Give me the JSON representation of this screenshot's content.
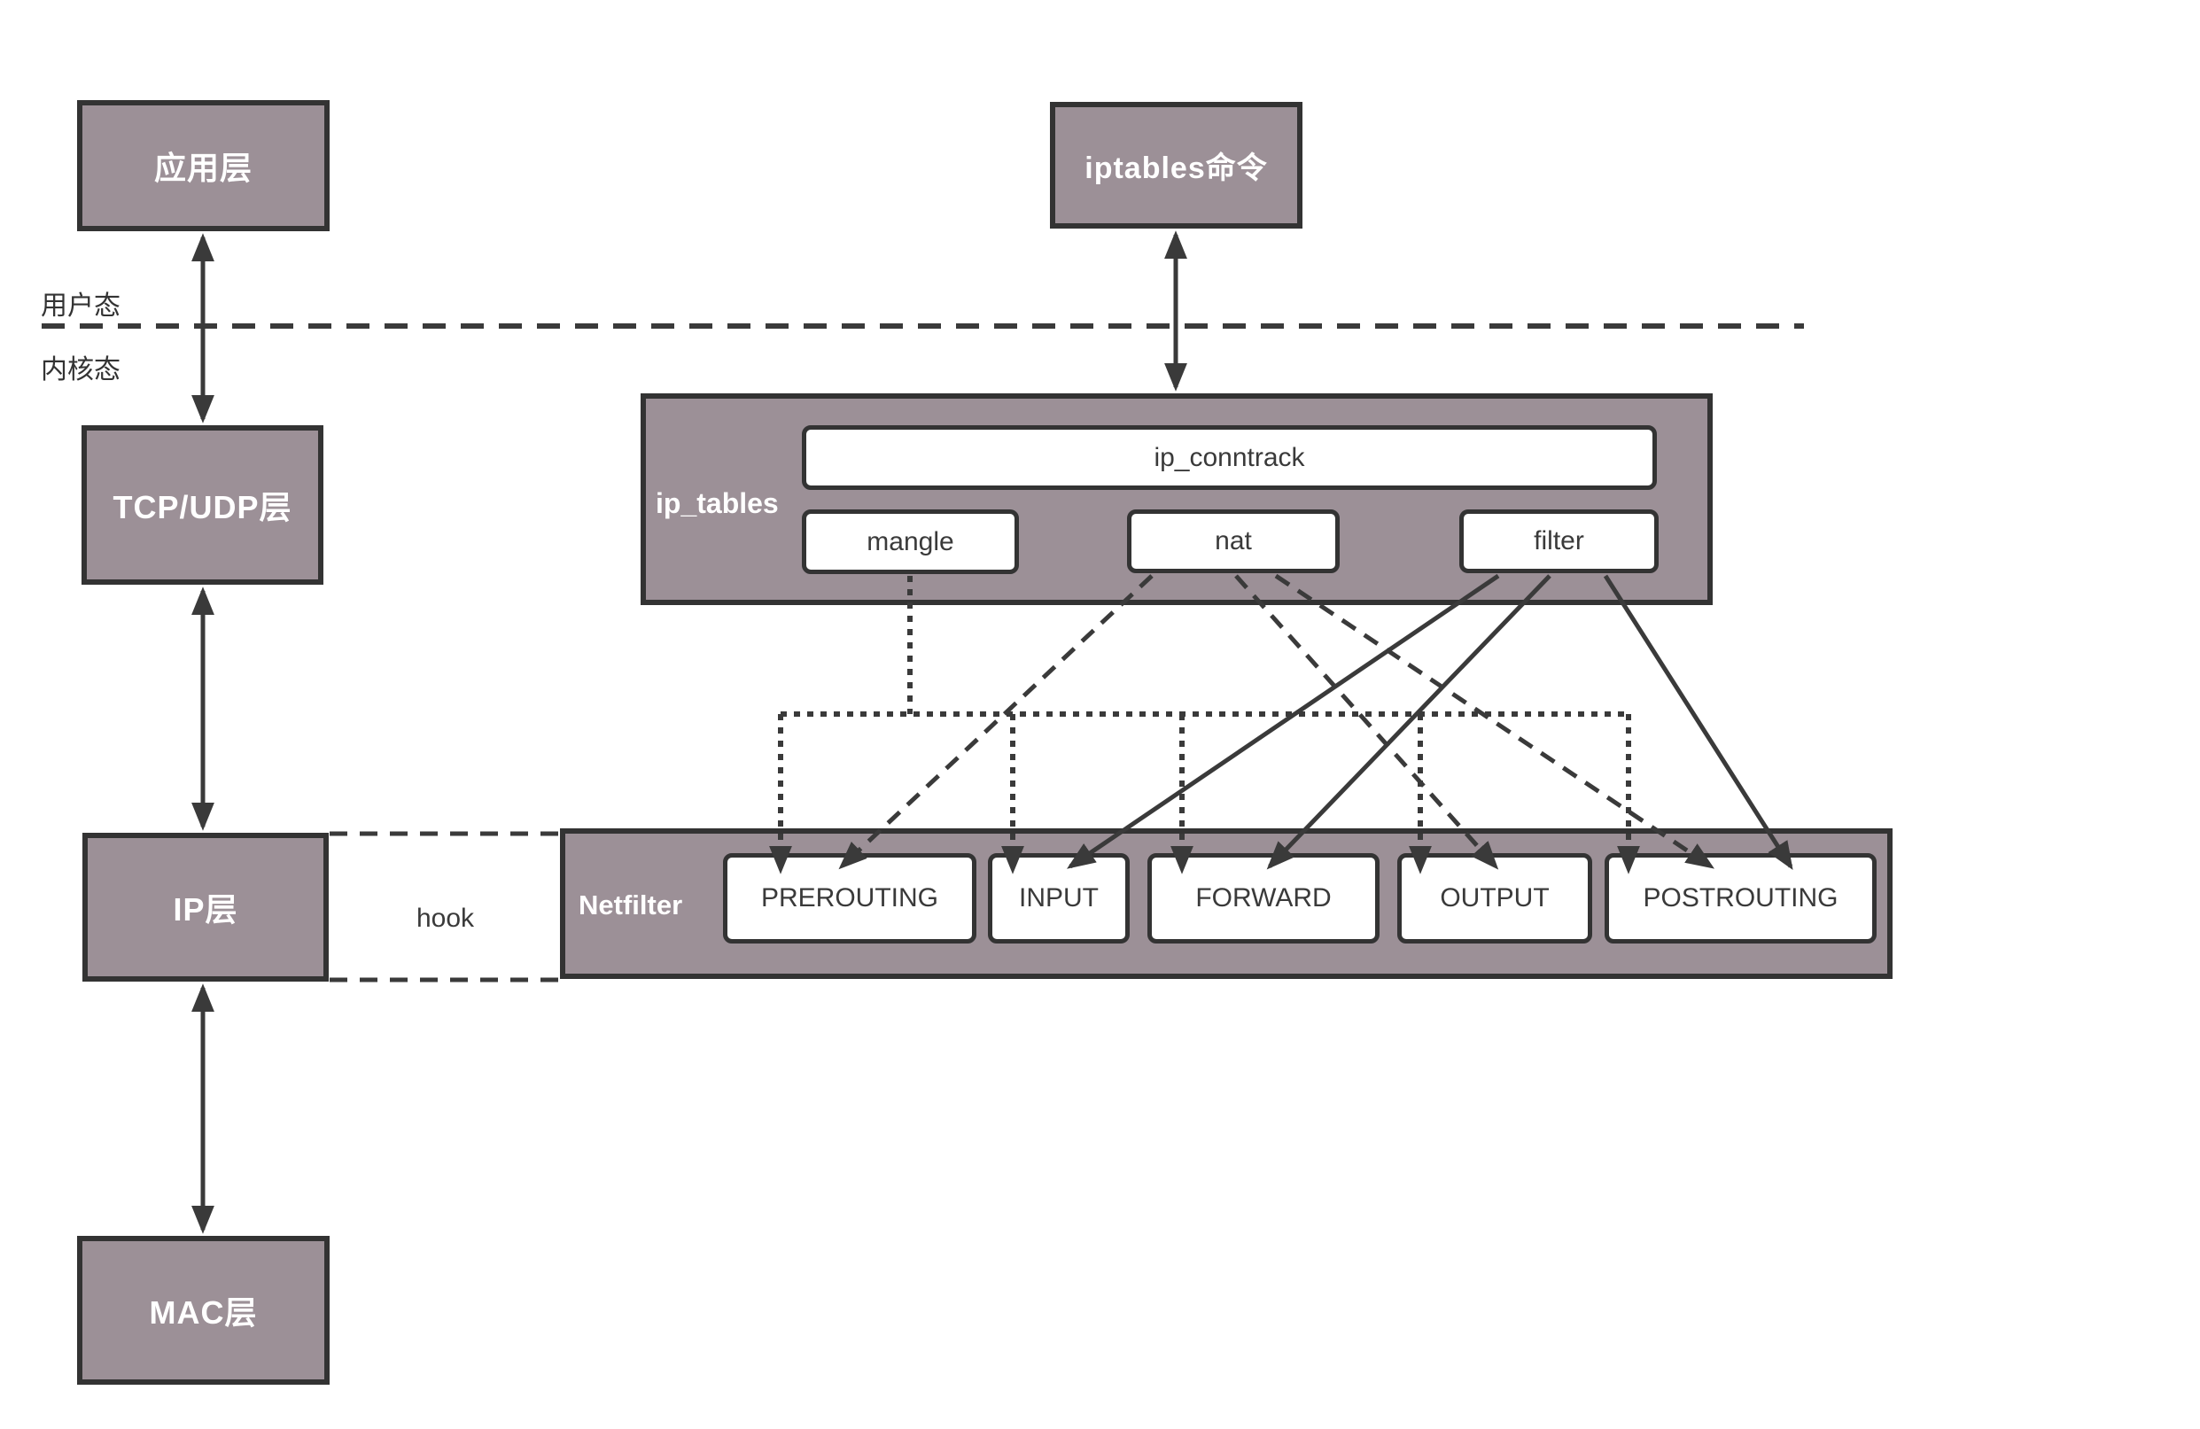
{
  "modes": {
    "user": "用户态",
    "kernel": "内核态"
  },
  "layers": {
    "app": "应用层",
    "tcp_udp": "TCP/UDP层",
    "ip": "IP层",
    "mac": "MAC层"
  },
  "iptables_command": "iptables命令",
  "ip_tables": {
    "label": "ip_tables",
    "conntrack": "ip_conntrack",
    "tables": [
      "mangle",
      "nat",
      "filter"
    ]
  },
  "hook_label": "hook",
  "netfilter": {
    "label": "Netfilter",
    "chains": [
      "PREROUTING",
      "INPUT",
      "FORWARD",
      "OUTPUT",
      "POSTROUTING"
    ]
  },
  "edges": [
    {
      "from": "应用层",
      "to": "TCP/UDP层",
      "style": "double-arrow"
    },
    {
      "from": "TCP/UDP层",
      "to": "IP层",
      "style": "double-arrow"
    },
    {
      "from": "IP层",
      "to": "MAC层",
      "style": "double-arrow"
    },
    {
      "from": "iptables命令",
      "to": "ip_tables",
      "style": "double-arrow"
    },
    {
      "from": "IP层",
      "to": "Netfilter",
      "style": "hook-dashed"
    },
    {
      "from": "mangle",
      "to": [
        "PREROUTING",
        "INPUT",
        "FORWARD",
        "OUTPUT",
        "POSTROUTING"
      ],
      "style": "dotted"
    },
    {
      "from": "nat",
      "to": [
        "PREROUTING",
        "OUTPUT",
        "POSTROUTING"
      ],
      "style": "dashed"
    },
    {
      "from": "filter",
      "to": [
        "INPUT",
        "FORWARD",
        "POSTROUTING"
      ],
      "style": "solid"
    }
  ],
  "colors": {
    "box_fill": "#9c9097",
    "box_border": "#333333",
    "inner_box_fill": "#ffffff",
    "line": "#3a3a3a",
    "label_on_fill": "#ffffff",
    "text_dark": "#3a3a3a",
    "background": "#ffffff"
  }
}
